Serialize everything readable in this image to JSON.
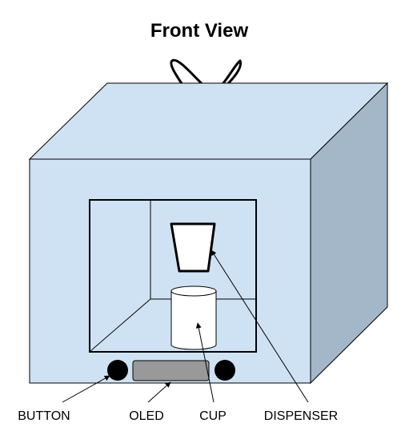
{
  "title": "Front View",
  "labels": {
    "button": "BUTTON",
    "oled": "OLED",
    "cup": "CUP",
    "dispenser": "DISPENSER"
  },
  "colors": {
    "front_face": "#cfe2f3",
    "side_face": "#a3b7c9",
    "oled_screen": "#999999",
    "stroke": "#000000",
    "cup": "#ffffff"
  }
}
